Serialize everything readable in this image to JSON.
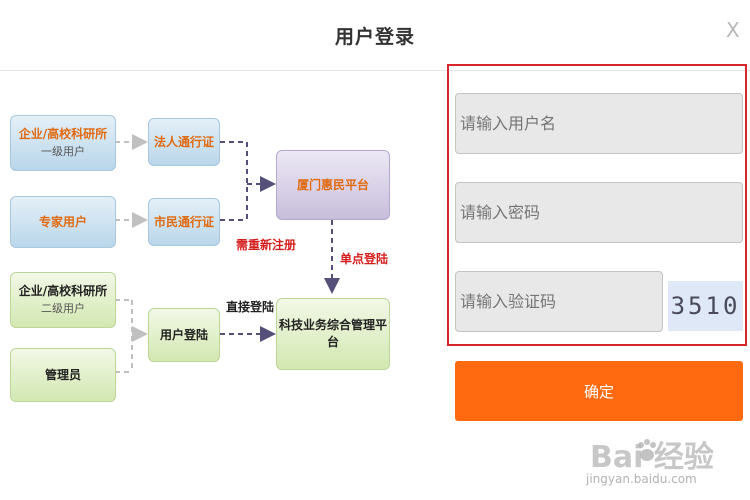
{
  "dialog": {
    "title": "用户登录",
    "close_label": "X"
  },
  "diagram": {
    "nodes": {
      "enterprise_level1": {
        "label": "企业/高校科研所",
        "sub": "一级用户"
      },
      "legal_pass": {
        "label": "法人通行证"
      },
      "expert_user": {
        "label": "专家用户"
      },
      "citizen_pass": {
        "label": "市民通行证"
      },
      "xiamen_platform": {
        "label": "厦门惠民平台"
      },
      "enterprise_level2": {
        "label": "企业/高校科研所",
        "sub": "二级用户"
      },
      "admin": {
        "label": "管理员"
      },
      "user_login": {
        "label": "用户登陆"
      },
      "tech_platform": {
        "label": "科技业务综合管理平台"
      }
    },
    "labels": {
      "need_register": "需重新注册",
      "single_sign_on": "单点登陆",
      "direct_login": "直接登陆"
    }
  },
  "form": {
    "username_placeholder": "请输入用户名",
    "password_placeholder": "请输入密码",
    "captcha_placeholder": "请输入验证码",
    "captcha_code": "3510",
    "confirm_label": "确定"
  },
  "watermark": {
    "brand": "Bai  经验",
    "url": "jingyan.baidu.com"
  }
}
